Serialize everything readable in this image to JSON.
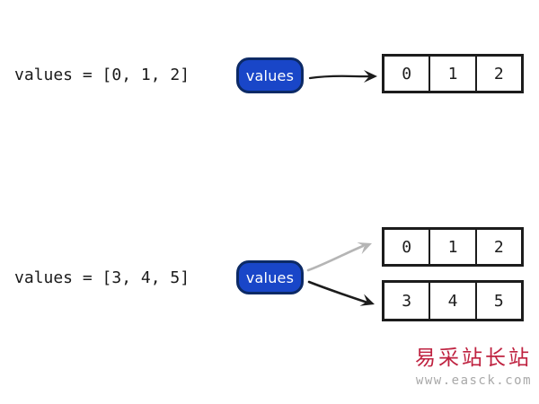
{
  "colors": {
    "background": "#ffffff",
    "code_text": "#1a1a1a",
    "badge_fill": "#1946c8",
    "badge_border": "#0c2a66",
    "badge_text": "#ffffff",
    "box_border": "#1c1c1c",
    "cell_text": "#1c1c1c",
    "arrow_black": "#1c1c1c",
    "arrow_gray": "#b5b5b5",
    "watermark_red": "#bf2240",
    "watermark_gray": "#a9a9a9"
  },
  "top_row": {
    "code": "values = [0, 1, 2]",
    "badge_label": "values",
    "array_cells": [
      "0",
      "1",
      "2"
    ]
  },
  "bottom_row": {
    "code": "values = [3, 4, 5]",
    "badge_label": "values",
    "old_array_cells": [
      "0",
      "1",
      "2"
    ],
    "new_array_cells": [
      "3",
      "4",
      "5"
    ]
  },
  "watermark": {
    "site_name": "易采站长站",
    "site_url": "www.easck.com"
  }
}
